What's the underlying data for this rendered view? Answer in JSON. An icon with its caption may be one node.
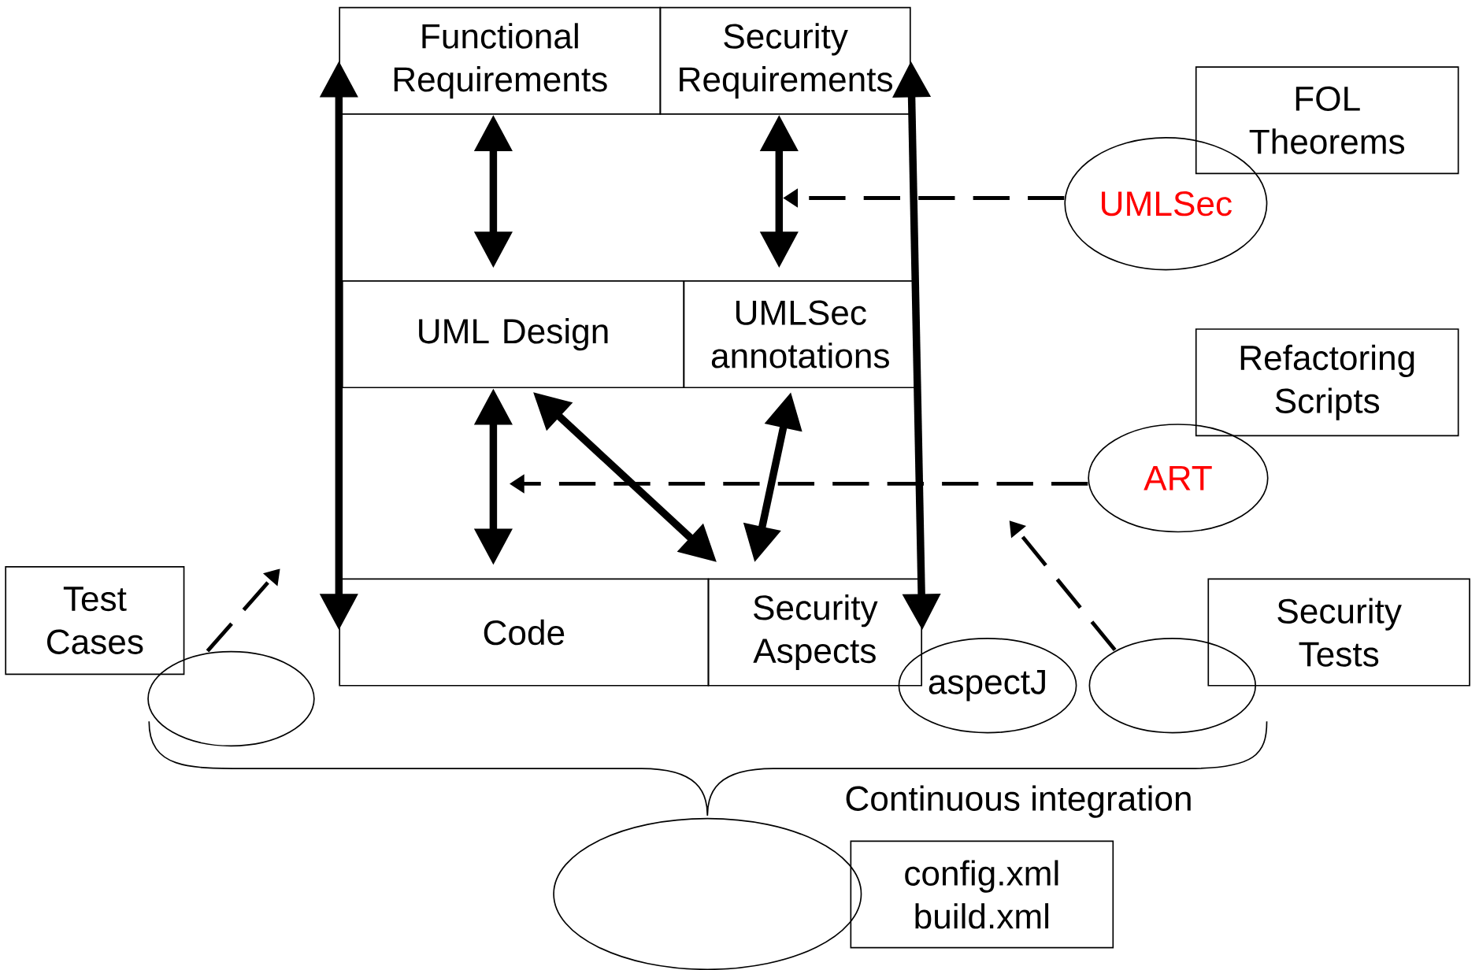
{
  "diagram": {
    "nodes": [
      {
        "text": [
          "Functional Requirements"
        ]
      },
      {
        "text": [
          "Security Requirements"
        ]
      },
      {
        "text": [
          "UML Design"
        ]
      },
      {
        "text": [
          "UMLSec annotations"
        ]
      },
      {
        "text": [
          "Code"
        ]
      },
      {
        "text": [
          "Security Aspects"
        ]
      },
      {
        "text": [
          "FOL Theorems"
        ]
      },
      {
        "text": [
          "UMLSec"
        ]
      },
      {
        "text": [
          "Refactoring Scripts"
        ]
      },
      {
        "text": [
          "ART"
        ]
      },
      {
        "text": [
          "Test Cases"
        ]
      },
      {
        "text": [],
        "shape": "circle"
      },
      {
        "text": [
          "Security Tests"
        ]
      },
      {
        "text": [
          "aspectJ"
        ]
      },
      {
        "text": [],
        "shape": "circle"
      },
      {
        "text": [],
        "shape": "circle"
      },
      {
        "text": [
          "config.xml build.xml"
        ]
      }
    ],
    "edges": [
      {
        "from": 0,
        "to": 4,
        "arrow": "both"
      },
      {
        "from": 1,
        "to": 5,
        "arrow": "both"
      },
      {
        "from": 0,
        "to": 2,
        "arrow": "both"
      },
      {
        "from": 1,
        "to": 3,
        "arrow": "both"
      },
      {
        "from": 7,
        "to": null,
        "arrow": "to",
        "style": "dashed"
      },
      {
        "from": 2,
        "to": 4,
        "arrow": "both"
      },
      {
        "from": 2,
        "to": 5,
        "arrow": "both"
      },
      {
        "from": 3,
        "to": 5,
        "arrow": "both"
      },
      {
        "from": 9,
        "to": null,
        "arrow": "to",
        "style": "dashed"
      },
      {
        "from": 11,
        "to": null,
        "arrow": "to",
        "style": "dashed"
      },
      {
        "from": 14,
        "to": null,
        "arrow": "to",
        "style": "dashed"
      }
    ],
    "labels": [
      "Continuous integration"
    ]
  }
}
